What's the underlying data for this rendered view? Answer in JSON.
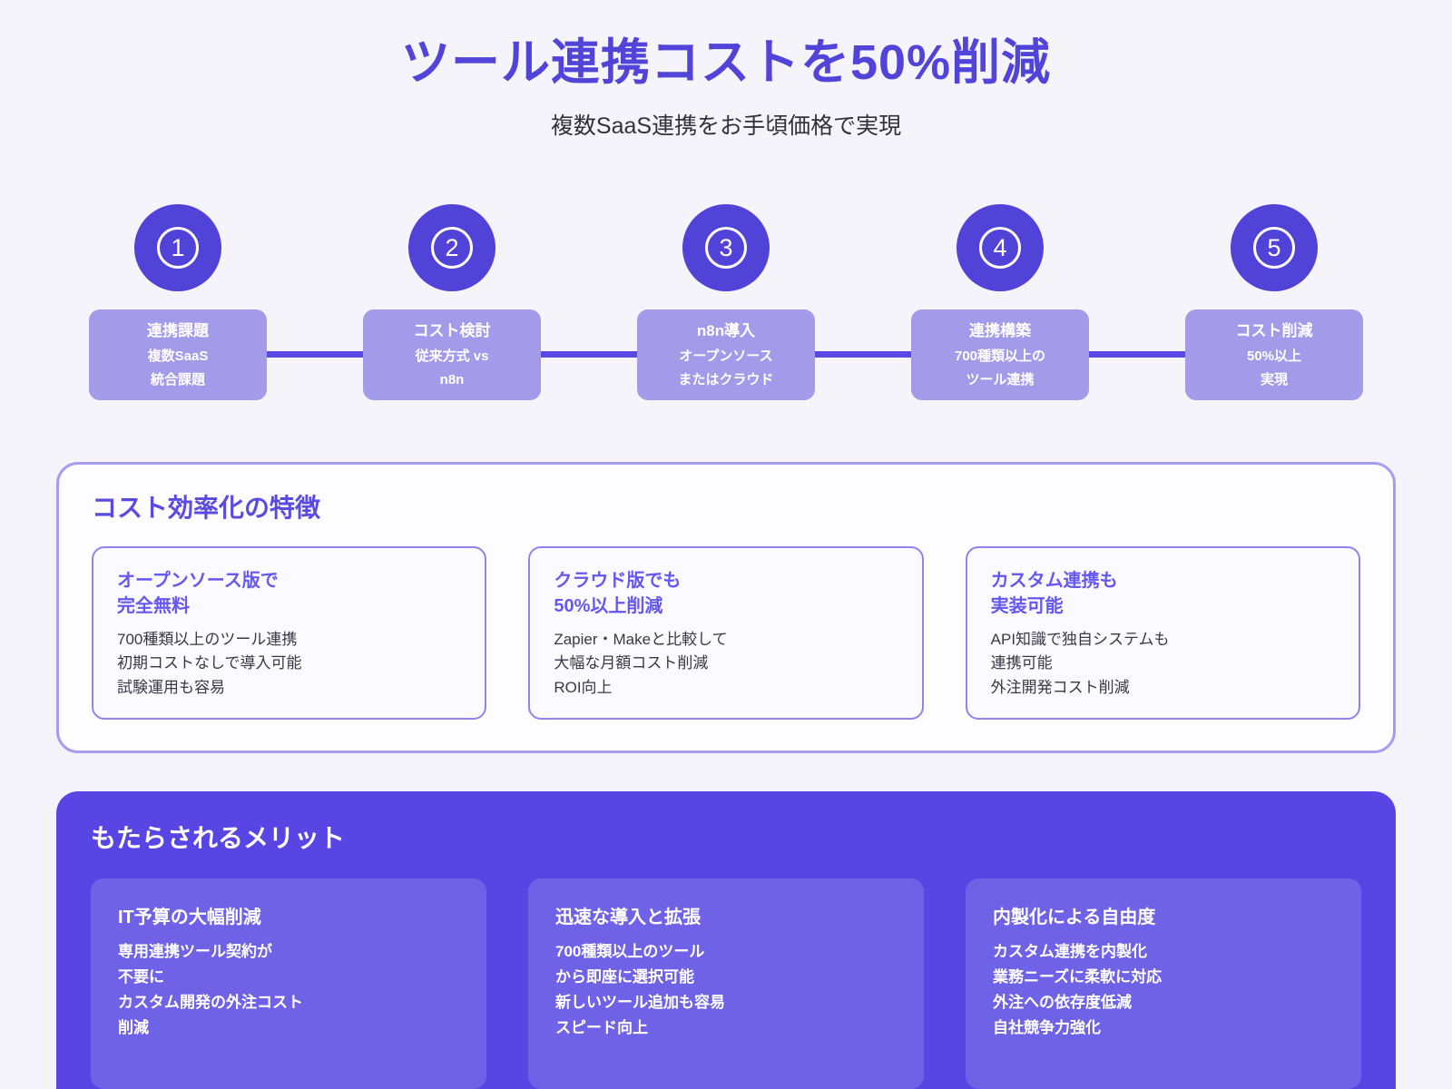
{
  "header": {
    "title": "ツール連携コストを50%削減",
    "subtitle": "複数SaaS連携をお手頃価格で実現"
  },
  "steps": [
    {
      "number": "1",
      "title": "連携課題",
      "sub": "複数SaaS\n統合課題"
    },
    {
      "number": "2",
      "title": "コスト検討",
      "sub": "従来方式 vs\nn8n"
    },
    {
      "number": "3",
      "title": "n8n導入",
      "sub": "オープンソース\nまたはクラウド"
    },
    {
      "number": "4",
      "title": "連携構築",
      "sub": "700種類以上の\nツール連携"
    },
    {
      "number": "5",
      "title": "コスト削減",
      "sub": "50%以上\n実現"
    }
  ],
  "features": {
    "heading": "コスト効率化の特徴",
    "cards": [
      {
        "title": "オープンソース版で\n完全無料",
        "body": "700種類以上のツール連携\n初期コストなしで導入可能\n試験運用も容易"
      },
      {
        "title": "クラウド版でも\n50%以上削減",
        "body": "Zapier・Makeと比較して\n大幅な月額コスト削減\nROI向上"
      },
      {
        "title": "カスタム連携も\n実装可能",
        "body": "API知識で独自システムも\n連携可能\n外注開発コスト削減"
      }
    ]
  },
  "benefits": {
    "heading": "もたらされるメリット",
    "cards": [
      {
        "title": "IT予算の大幅削減",
        "body": "専用連携ツール契約が\n不要に\nカスタム開発の外注コスト\n削減"
      },
      {
        "title": "迅速な導入と拡張",
        "body": "700種類以上のツール\nから即座に選択可能\n新しいツール追加も容易\nスピード向上"
      },
      {
        "title": "内製化による自由度",
        "body": "カスタム連携を内製化\n業務ニーズに柔軟に対応\n外注への依存度低減\n自社競争力強化"
      }
    ]
  },
  "colors": {
    "accent": "#5344d9",
    "step_circle": "#5142d8",
    "step_box": "#a39bea",
    "connector": "#5a48e5",
    "benefits_bg": "#5845e4",
    "benefit_card_bg": "#7062e7",
    "page_bg": "#f5f4fb"
  }
}
